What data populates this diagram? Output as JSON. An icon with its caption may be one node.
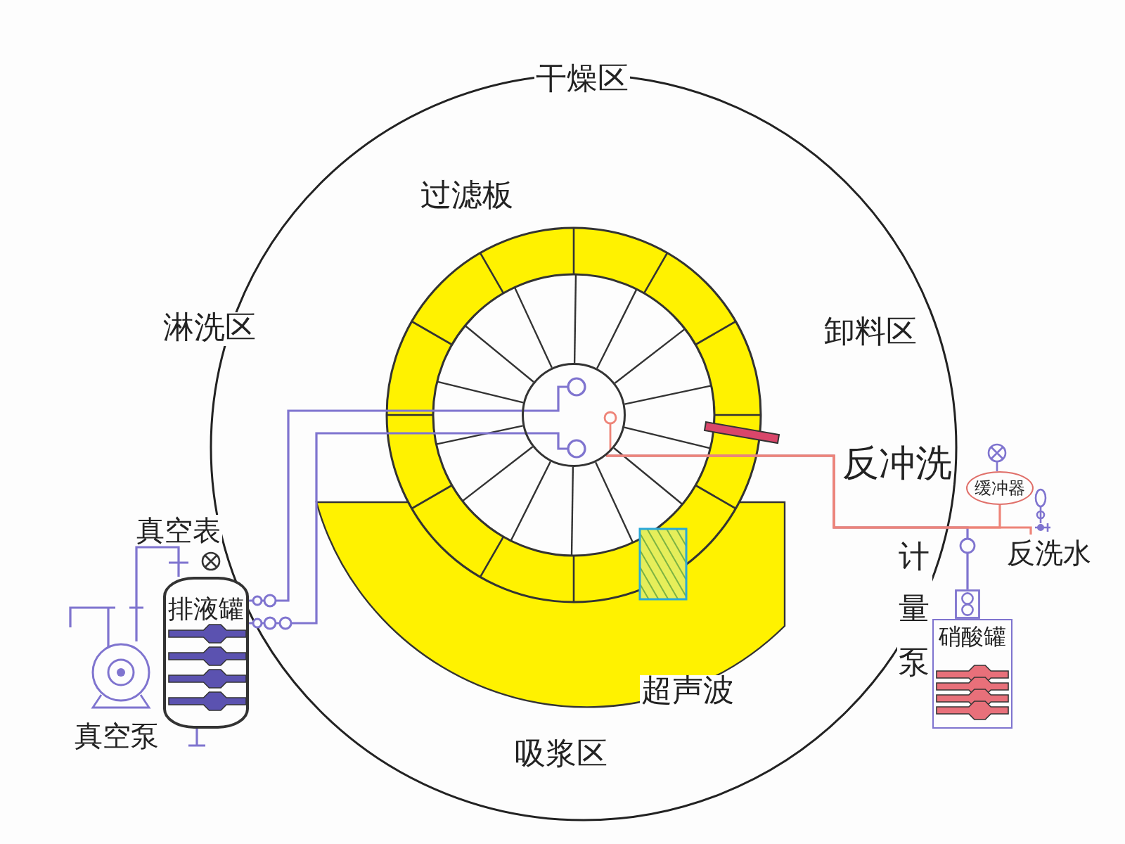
{
  "diagram": {
    "nodes": [
      {
        "text": [],
        "shape": "circle"
      },
      {
        "text": [
          "排液罐"
        ]
      },
      {
        "text": [],
        "shape": "pump",
        "beside": [
          "真空泵"
        ]
      },
      {
        "text": [
          "缓冲器"
        ]
      },
      {
        "text": [],
        "shape": "valve",
        "beside": [
          "反洗水"
        ]
      },
      {
        "text": [],
        "shape": "pump"
      },
      {
        "text": [
          "硝酸罐"
        ]
      }
    ],
    "edges": [
      {
        "from": 0,
        "to": 1,
        "arrow": "other"
      },
      {
        "from": 0,
        "to": 1,
        "arrow": "other"
      },
      {
        "from": 2,
        "to": 1,
        "arrow": "none"
      },
      {
        "from": 5,
        "to": 0,
        "arrow": "none"
      },
      {
        "from": 0,
        "to": 3,
        "arrow": "none",
        "color": "#ee8478"
      },
      {
        "from": 0,
        "to": 4,
        "arrow": "none",
        "color": "#ee8478"
      }
    ],
    "labels": [
      "干燥区",
      "过滤板",
      "淋洗区",
      "卸料区",
      "反冲洗",
      "真空表",
      "计量泵",
      "超声波",
      "吸浆区"
    ]
  }
}
